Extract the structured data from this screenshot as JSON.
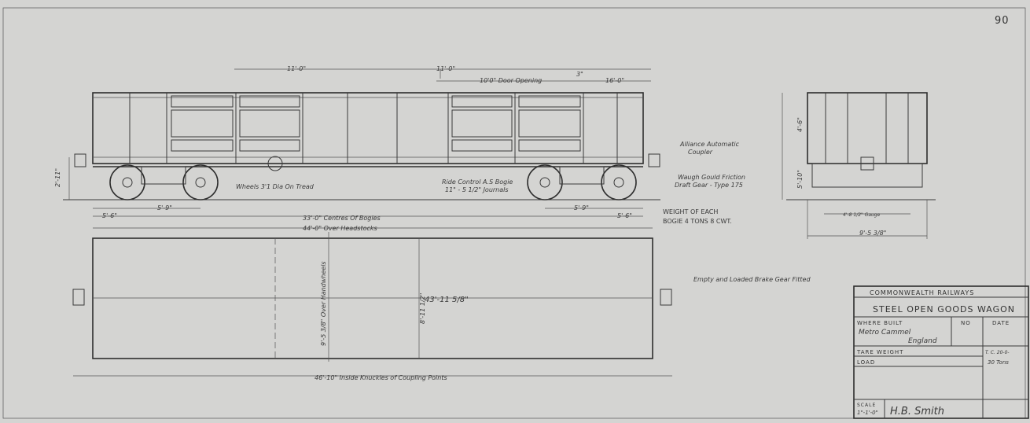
{
  "sheet_number": "90",
  "side_view": {
    "dim_top_1": "11'-0\"",
    "dim_top_2": "11'-0\"",
    "door_opening": "10'0\" Door Opening",
    "dim_3in": "3\"",
    "dim_16": "16'-0\"",
    "height_left": "2'-11\"",
    "wheels_note": "Wheels 3'1 Dia On Tread",
    "bogie_note_1": "Ride Control A.S Bogie",
    "bogie_note_2": "11\" - 5 1/2\" Journals",
    "dim_5_6_left": "5'-6\"",
    "dim_5_9_left": "5'-9\"",
    "dim_5_9_right": "5'-9\"",
    "dim_5_6_right": "5'-6\"",
    "centres_of_bogies": "33'-0\"  Centres Of Bogies",
    "over_headstocks": "44'-0\"  Over Headstocks"
  },
  "notes": {
    "coupler_1": "Alliance Automatic",
    "coupler_2": "Coupler",
    "draft_1": "Waugh Gould Friction",
    "draft_2": "Draft Gear - Type 175",
    "weight_1": "WEIGHT OF EACH",
    "weight_2": "BOGIE 4 TONS 8 CWT.",
    "brake": "Empty and Loaded Brake Gear Fitted"
  },
  "end_view": {
    "height_upper": "4'-6\"",
    "height_lower": "5'-10\"",
    "gauge": "4'-8 1/2\" Gauge",
    "width": "9'-5 3/8\""
  },
  "plan_view": {
    "length_inside": "43'-11 5/8\"",
    "width_inside": "8'-11 1/2\"",
    "over_handwheels": "9'-5 3/8\" Over Handwheels",
    "knuckles": "46'-10\"  Inside Knuckles of Coupling Points"
  },
  "title_block": {
    "railway": "COMMONWEALTH   RAILWAYS",
    "title": "STEEL OPEN GOODS WAGON",
    "where_built_label": "WHERE BUILT",
    "no_label": "NO",
    "date_label": "DATE",
    "builder_1": "Metro Cammel",
    "builder_2": "England",
    "tare_label": "TARE WEIGHT",
    "tare_value": "T. C.  20-0-",
    "load_label": "LOAD",
    "load_value": "30 Tons",
    "scale_label": "SCALE",
    "scale_value": "1\"-1'-0\"",
    "signature": "H.B. Smith"
  }
}
